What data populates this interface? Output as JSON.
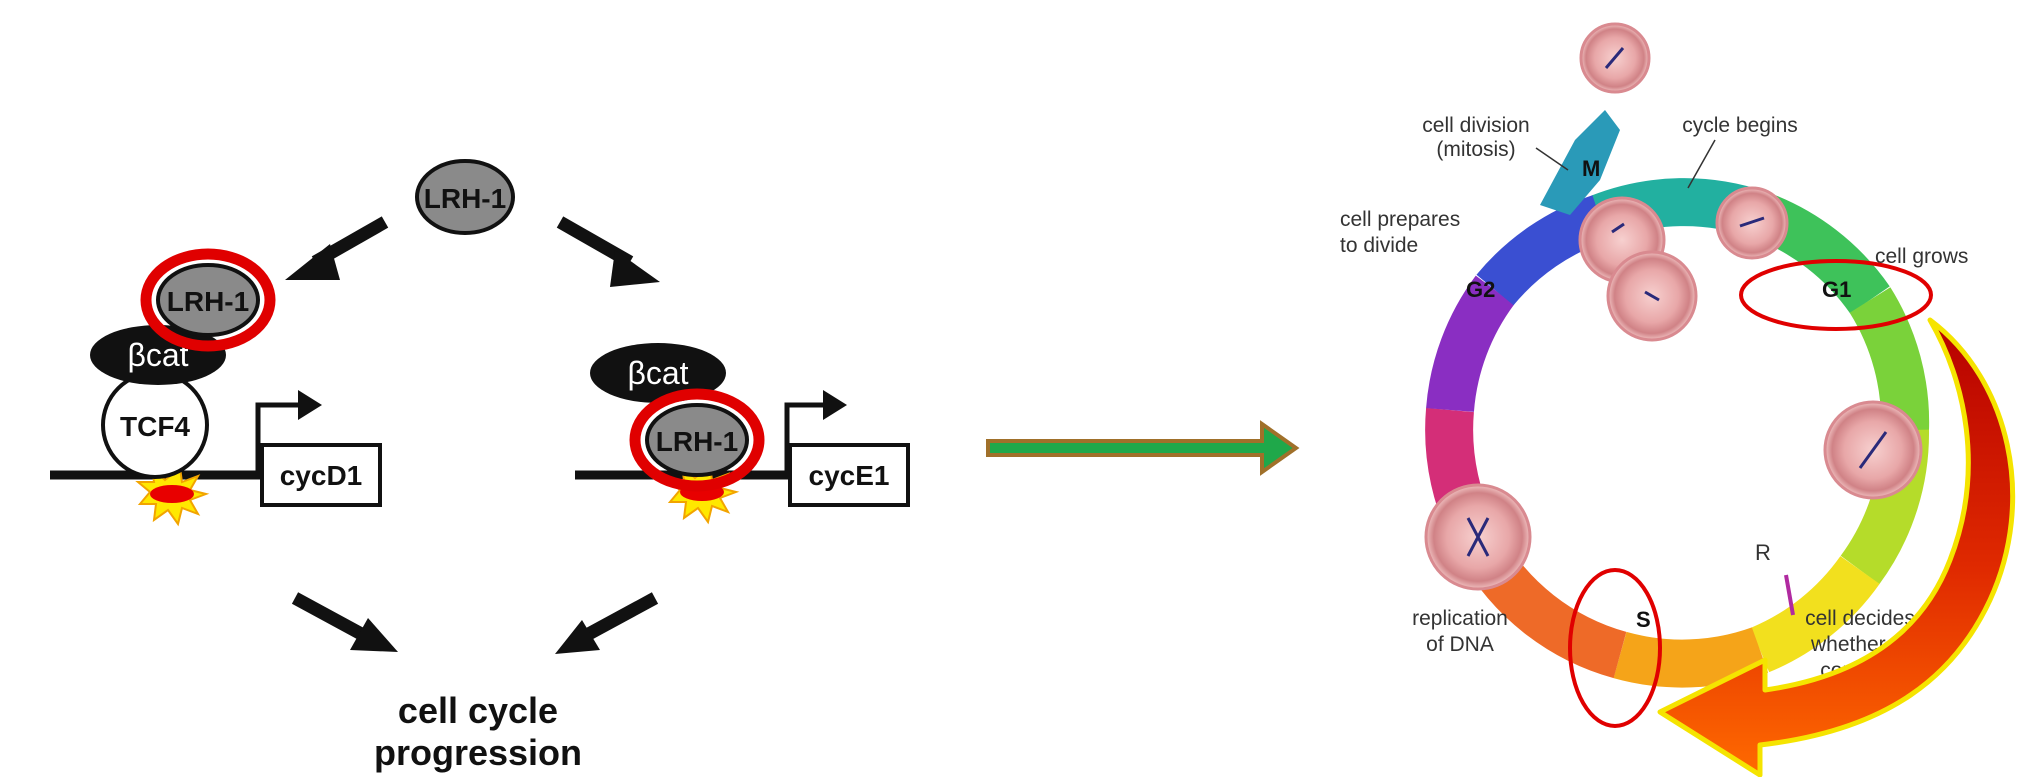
{
  "left_diagram": {
    "top_node": "LRH-1",
    "left_lrh": "LRH-1",
    "left_bcat": "βcat",
    "tcf4": "TCF4",
    "cycd1": "cycD1",
    "right_bcat": "βcat",
    "right_lrh": "LRH-1",
    "cyce1": "cycE1",
    "outcome_line1": "cell cycle",
    "outcome_line2": "progression"
  },
  "cell_cycle": {
    "phases": {
      "m": "M",
      "g1": "G1",
      "s": "S",
      "g2": "G2",
      "r": "R"
    },
    "labels": {
      "division_line1": "cell division",
      "division_line2": "(mitosis)",
      "cycle_begins": "cycle begins",
      "prepares_line1": "cell prepares",
      "prepares_line2": "to divide",
      "grows": "cell grows",
      "replication_line1": "replication",
      "replication_line2": "of DNA",
      "decides_line1": "cell decides",
      "decides_line2": "whether to",
      "decides_line3": "continue"
    }
  },
  "colors": {
    "highlight_red": "#e00000",
    "node_gray": "#8a8a8a",
    "transition_arrow": "#1fa84a",
    "transition_arrow_border": "#a0702a",
    "curved_arrow": "#d81e00",
    "curved_arrow_border": "#f5e400"
  }
}
